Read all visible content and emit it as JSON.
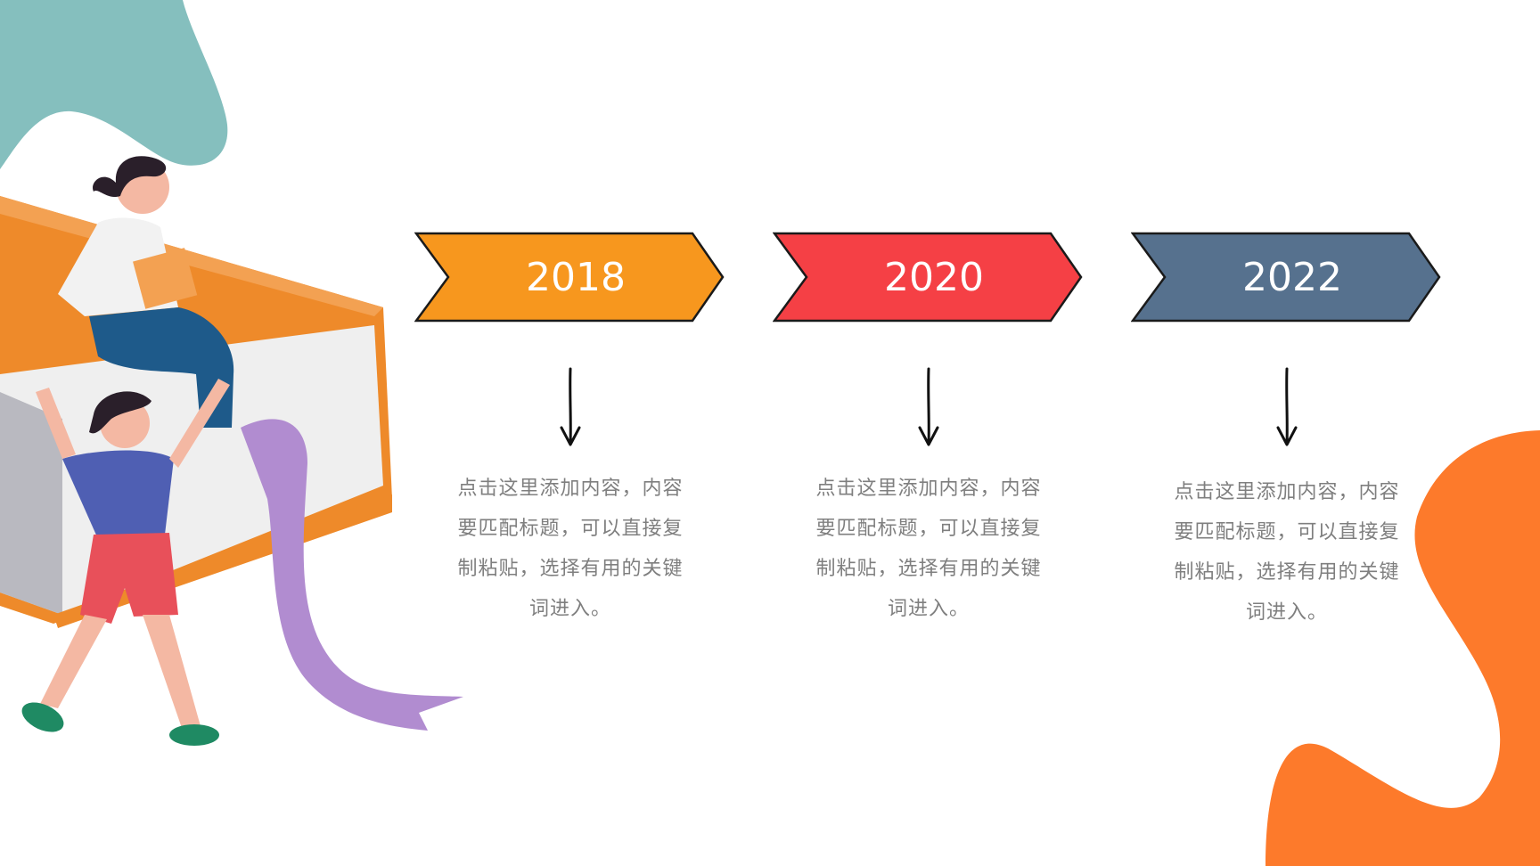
{
  "timeline": {
    "items": [
      {
        "year": "2018",
        "color": "#f7971e",
        "description": "点击这里添加内容，内容要匹配标题，可以直接复制粘贴，选择有用的关键词进入。"
      },
      {
        "year": "2020",
        "color": "#f54045",
        "description": "点击这里添加内容，内容要匹配标题，可以直接复制粘贴，选择有用的关键词进入。"
      },
      {
        "year": "2022",
        "color": "#56718e",
        "description": "点击这里添加内容，内容要匹配标题，可以直接复制粘贴，选择有用的关键词进入。"
      }
    ]
  },
  "decor": {
    "teal_blob_color": "#85bfbe",
    "orange_blob_color": "#fd7a2b"
  }
}
